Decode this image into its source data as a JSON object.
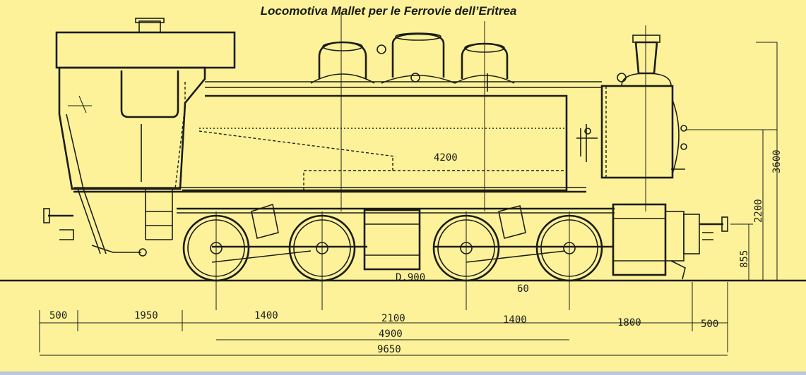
{
  "title": "Locomotiva Mallet per le Ferrovie dell’Eritrea",
  "dimensions": {
    "boiler_length": "4200",
    "wheel_diameter": "D.900",
    "crank_radius": "60",
    "total_height": "3600",
    "boiler_axis_height": "2200",
    "buffer_height": "855",
    "front_overhang": "500",
    "cab_section": "1950",
    "bogie_wheelbase_1": "1400",
    "bogie_spacing": "2100",
    "bogie_wheelbase_2": "1400",
    "rear_section": "1800",
    "rear_overhang": "500",
    "total_wheelbase": "4900",
    "total_length": "9650"
  }
}
